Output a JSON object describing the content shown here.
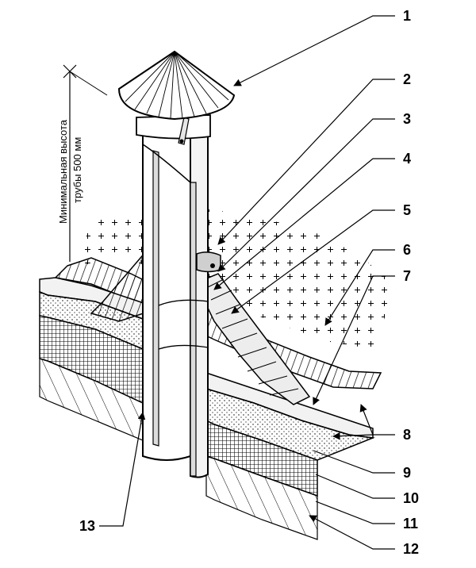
{
  "diagram": {
    "dimension_label_line1": "Минимальная высота",
    "dimension_label_line2": "трубы 500 мм",
    "callouts": [
      {
        "label": "1"
      },
      {
        "label": "2"
      },
      {
        "label": "3"
      },
      {
        "label": "4"
      },
      {
        "label": "5"
      },
      {
        "label": "6"
      },
      {
        "label": "7"
      },
      {
        "label": "8"
      },
      {
        "label": "9"
      },
      {
        "label": "10"
      },
      {
        "label": "11"
      },
      {
        "label": "12"
      },
      {
        "label": "13"
      }
    ],
    "line_color": "#000000",
    "background": "#ffffff"
  }
}
